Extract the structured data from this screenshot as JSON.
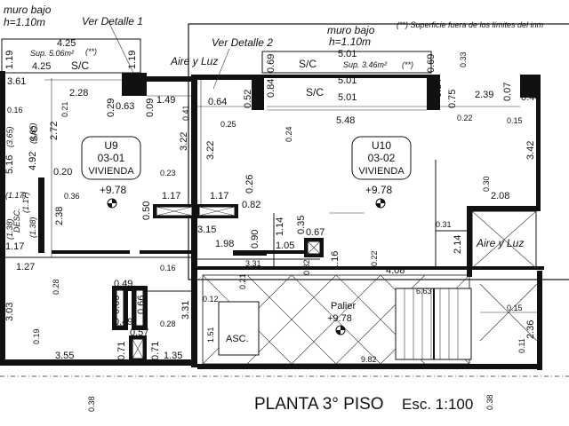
{
  "title": {
    "main": "PLANTA 3° PISO",
    "scale": "Esc. 1:100"
  },
  "notes": {
    "muro_bajo_left_1": "muro bajo",
    "muro_bajo_left_2": "h=1.10m",
    "ver_detalle_1": "Ver Detalle 1",
    "ver_detalle_2": "Ver Detalle 2",
    "muro_bajo_right_1": "muro bajo",
    "muro_bajo_right_2": "h=1.10m",
    "superficie": "(**) Superficie fuera de los límites del inm",
    "aire_luz_top": "Aire y Luz",
    "aire_luz_right": "Aire y Luz",
    "sup_left": "Sup. 5.06m²",
    "sup_left_mark": "(**)",
    "sup_right": "Sup. 3.46m²",
    "sup_right_mark": "(**)"
  },
  "units": {
    "u9": {
      "name": "U9",
      "code": "03-01",
      "type": "VIVIENDA",
      "level": "+9.78"
    },
    "u10": {
      "name": "U10",
      "code": "03-02",
      "type": "VIVIENDA",
      "level": "+9.78"
    }
  },
  "rooms": {
    "sc_1": "S/C",
    "sc_2": "S/C",
    "sc_3": "S/C",
    "sc_4": "S/C",
    "desc": "DESC.",
    "asc": "ASC.",
    "palier": "Palier",
    "palier_level": "+9.78"
  },
  "dimensions": {
    "d_1_19a": "1.19",
    "d_4_25a": "4.25",
    "d_1_19b": "1.19",
    "d_4_25b": "4.25",
    "d_3_61": "3.61",
    "d_2_28": "2.28",
    "d_0_16a": "0.16",
    "d_0_21a": "0.21",
    "d_0_29": "0.29",
    "d_0_63": "0.63",
    "d_0_09": "0.09",
    "d_1_49": "1.49",
    "d_0_41": "0.41",
    "d_0_64": "0.64",
    "d_0_52": "0.52",
    "d_0_25": "0.25",
    "d_3_65a": "(3.65)",
    "d_3_65b": "(3.65)",
    "d_2_72": "2.72",
    "d_5_16": "5.16",
    "d_4_92": "4.92",
    "d_0_20": "0.20",
    "d_3_22a": "3.22",
    "d_3_22b": "3.22",
    "d_0_23": "0.23",
    "d_1_17a": "(1.17)",
    "d_0_36": "0.36",
    "d_1_17b": "(1.17)",
    "d_1_38a": "(1.38)",
    "d_1_38b": "(1.38)",
    "d_2_38": "2.38",
    "d_1_17c": "1.17",
    "d_1_17d": "1.17",
    "d_1_17e": "1.17",
    "d_0_50": "0.50",
    "d_0_26": "0.26",
    "d_0_82a": "0.82",
    "d_3_15": "3.15",
    "d_1_98": "1.98",
    "d_0_90": "0.90",
    "d_1_14": "1.14",
    "d_0_35": "0.35",
    "d_1_05": "1.05",
    "d_0_67": "0.67",
    "d_1_27": "1.27",
    "d_0_16b": "0.16",
    "d_3_31a": "3.31",
    "d_0_21b": "0.21",
    "d_0_82b": "0.82",
    "d_1_16": "1.16",
    "d_0_28a": "0.28",
    "d_0_49a": "0.49",
    "d_0_66a": "0.66",
    "d_0_66b": "0.66",
    "d_0_49b": "0.49",
    "d_0_57": "0.57",
    "d_3_03": "3.03",
    "d_0_19": "0.19",
    "d_0_28b": "0.28",
    "d_3_31b": "3.31",
    "d_0_12": "0.12",
    "d_1_51": "1.51",
    "d_0_71a": "0.71",
    "d_0_71b": "0.71",
    "d_3_55": "3.55",
    "d_1_35": "1.35",
    "d_9_82": "9.82",
    "d_0_38a": "0.38",
    "d_0_38b": "0.38",
    "d_5_01a": "5.01",
    "d_0_69a": "0.69",
    "d_0_69b": "0.69",
    "d_0_84a": "0.84",
    "d_5_01b": "5.01",
    "d_0_84b": "0.84",
    "d_5_01c": "5.01",
    "d_0_24": "0.24",
    "d_5_48": "5.48",
    "d_0_33": "0.33",
    "d_0_75": "0.75",
    "d_2_39": "2.39",
    "d_0_07": "0.07",
    "d_0_44": "0.44",
    "d_0_22a": "0.22",
    "d_0_15a": "0.15",
    "d_3_42": "3.42",
    "d_0_30": "0.30",
    "d_2_08": "2.08",
    "d_0_31": "0.31",
    "d_2_14": "2.14",
    "d_0_22b": "0.22",
    "d_4_08": "4.08",
    "d_6_63": "6.63",
    "d_0_15b": "0.15",
    "d_2_36": "2.36",
    "d_0_11": "0.11"
  }
}
